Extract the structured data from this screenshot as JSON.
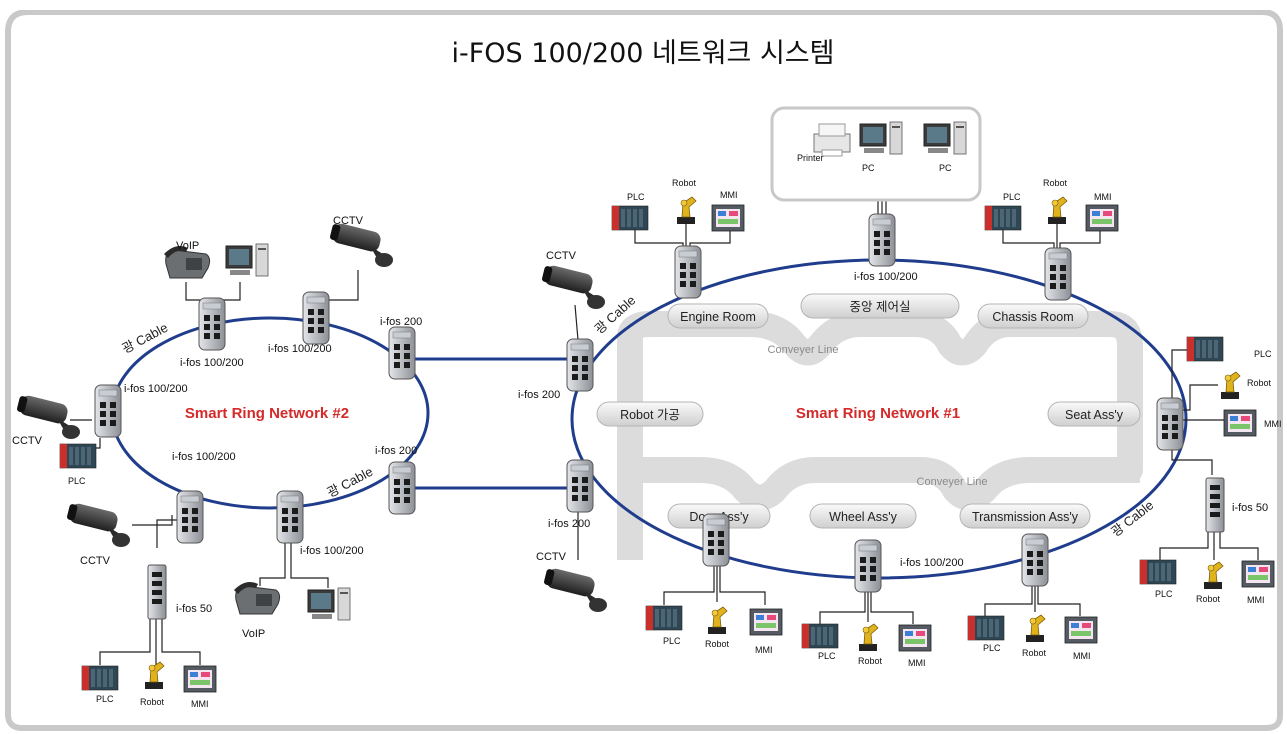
{
  "title": "i-FOS 100/200 네트워크 시스템",
  "ring1_title": "Smart Ring Network #1",
  "ring2_title": "Smart Ring Network #2",
  "conveyer_label": "Conveyer Line",
  "cable_label": "광 Cable",
  "stations": {
    "engine": "Engine Room",
    "control": "중앙 제어실",
    "chassis": "Chassis Room",
    "robot": "Robot 가공",
    "seat": "Seat Ass'y",
    "door": "Door Ass'y",
    "wheel": "Wheel Ass'y",
    "transmission": "Transmission Ass'y"
  },
  "switch_labels": {
    "ifos100200": "i-fos 100/200",
    "ifos200": "i-fos 200",
    "ifos50": "i-fos 50"
  },
  "device_labels": {
    "plc": "PLC",
    "robot": "Robot",
    "mmi": "MMI",
    "cctv": "CCTV",
    "voip": "VoIP",
    "pc": "PC",
    "printer": "Printer"
  },
  "colors": {
    "ring": "#1f3d8c",
    "ring_title": "#d42a2a",
    "frame": "#c9c9c9",
    "conveyer": "#dcdcdc"
  }
}
